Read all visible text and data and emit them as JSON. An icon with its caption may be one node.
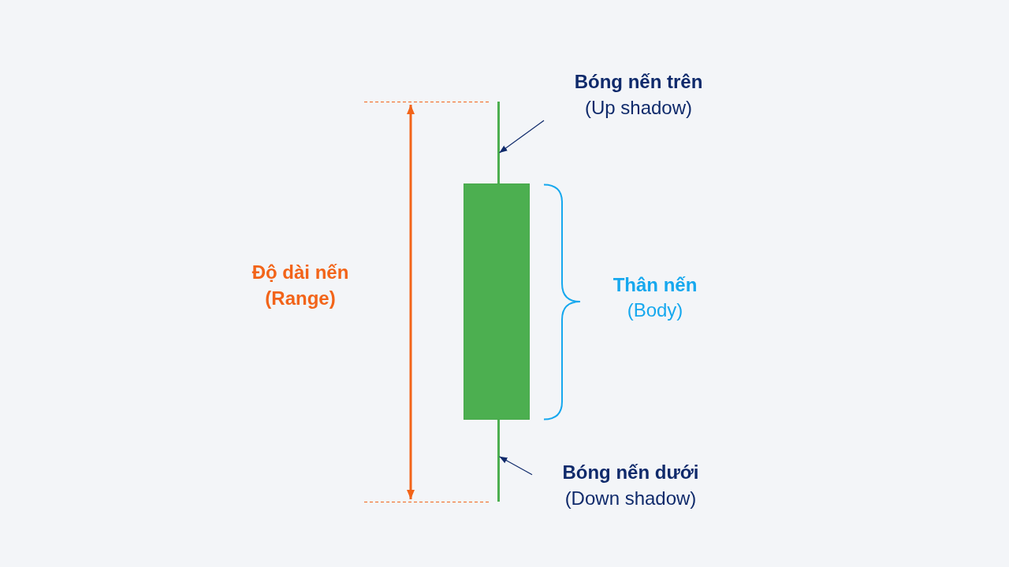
{
  "diagram": {
    "nodes": [
      {
        "text": [
          "Bóng nến trên",
          "(Up shadow)"
        ]
      },
      {
        "text": [],
        "shape": "bar"
      },
      {
        "text": [],
        "shape": "box"
      },
      {
        "text": [],
        "shape": "bar"
      },
      {
        "text": [
          "Bóng nến dưới",
          "(Down shadow)"
        ]
      }
    ],
    "edges": [
      {
        "from": 0,
        "to": 1,
        "arrow": "to"
      },
      {
        "from": 4,
        "to": 3,
        "arrow": "to"
      }
    ],
    "labels": [
      "Độ dài nến",
      "(Range)",
      "Thân nến",
      "(Body)"
    ]
  }
}
